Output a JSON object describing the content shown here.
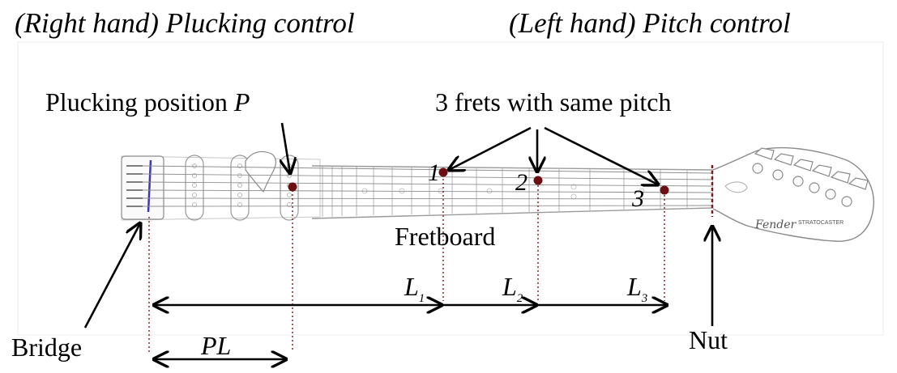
{
  "header": {
    "left": "(Right hand) Plucking control",
    "right": "(Left hand) Pitch control"
  },
  "labels": {
    "plucking_position": "Plucking position",
    "plucking_symbol": "P",
    "frets_note": "3 frets with same pitch",
    "fretboard": "Fretboard",
    "bridge": "Bridge",
    "nut": "Nut",
    "pl": "PL"
  },
  "frets": [
    {
      "number": "1",
      "length_symbol": "L",
      "length_subscript": "1"
    },
    {
      "number": "2",
      "length_symbol": "L",
      "length_subscript": "2"
    },
    {
      "number": "3",
      "length_symbol": "L",
      "length_subscript": "3"
    }
  ],
  "headstock": {
    "brand": "Fender",
    "model": "STRATOCASTER"
  },
  "colors": {
    "marker": "#6b0f12",
    "dotted_line": "#7a1a1a",
    "arrow": "#000000",
    "guitar_outline": "#9a9a9a"
  }
}
